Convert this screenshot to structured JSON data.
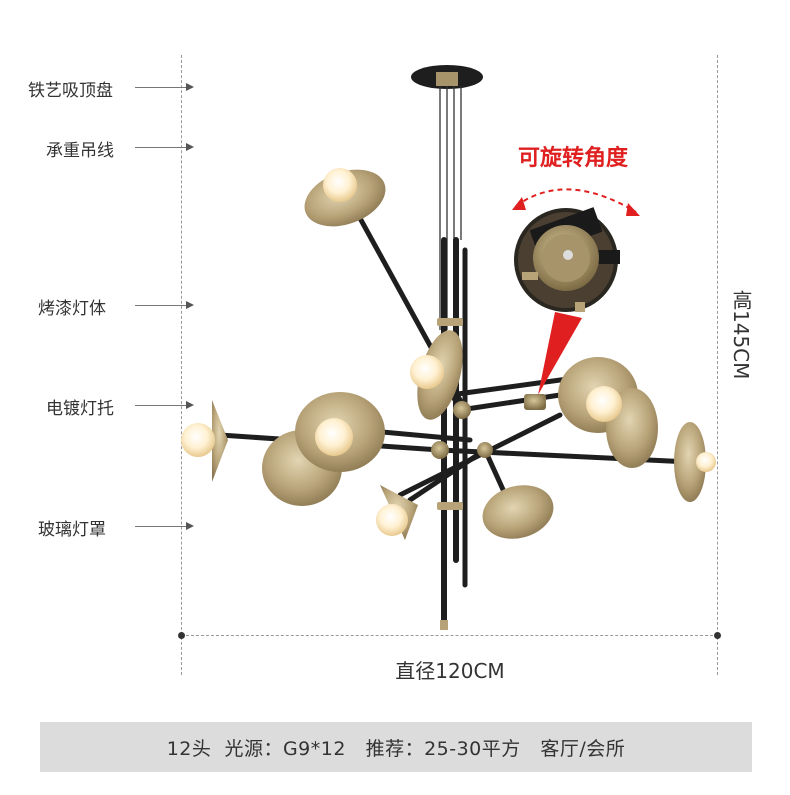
{
  "labels": {
    "ceiling_plate": "铁艺吸顶盘",
    "wire": "承重吊线",
    "body": "烤漆灯体",
    "holder": "电镀灯托",
    "shade": "玻璃灯罩"
  },
  "rotate_title": "可旋转角度",
  "height_label": "高145CM",
  "width_label": "直径120CM",
  "spec": "12头  光源：G9*12   推荐：25-30平方   客厅/会所",
  "colors": {
    "accent_red": "#e02020",
    "brass": "#b8a378",
    "arm_black": "#1e1e1e",
    "spec_bar": "#dcdcdc"
  }
}
